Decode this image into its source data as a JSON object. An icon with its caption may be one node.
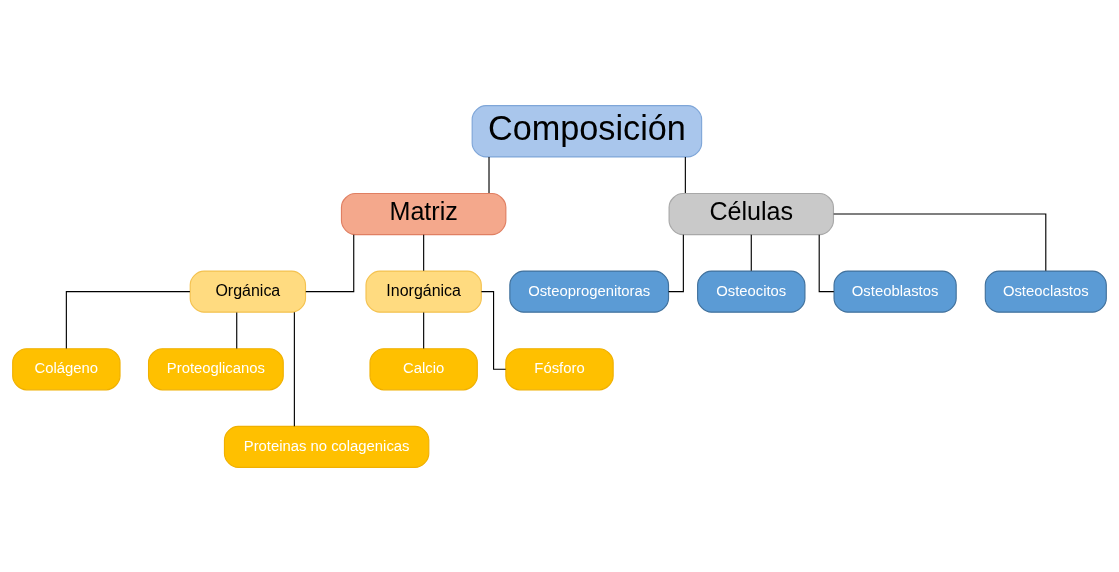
{
  "diagram": {
    "nodes": [
      {
        "text": [
          "Composición"
        ]
      },
      {
        "text": [
          "Matriz"
        ]
      },
      {
        "text": [
          "Células"
        ]
      },
      {
        "text": [
          "Orgánica"
        ]
      },
      {
        "text": [
          "Inorgánica"
        ]
      },
      {
        "text": [
          "Colágeno"
        ]
      },
      {
        "text": [
          "Proteoglicanos"
        ]
      },
      {
        "text": [
          "Proteinas no colagenicas"
        ]
      },
      {
        "text": [
          "Calcio"
        ]
      },
      {
        "text": [
          "Fósforo"
        ]
      },
      {
        "text": [
          "Osteoprogenitoras"
        ]
      },
      {
        "text": [
          "Osteocitos"
        ]
      },
      {
        "text": [
          "Osteoblastos"
        ]
      },
      {
        "text": [
          "Osteoclastos"
        ]
      }
    ],
    "edges": [
      {
        "from": 0,
        "to": 1,
        "arrow": "none"
      },
      {
        "from": 0,
        "to": 2,
        "arrow": "none"
      },
      {
        "from": 1,
        "to": 3,
        "arrow": "none"
      },
      {
        "from": 1,
        "to": 4,
        "arrow": "none"
      },
      {
        "from": 3,
        "to": 5,
        "arrow": "none"
      },
      {
        "from": 3,
        "to": 6,
        "arrow": "none"
      },
      {
        "from": 3,
        "to": 7,
        "arrow": "none"
      },
      {
        "from": 4,
        "to": 8,
        "arrow": "none"
      },
      {
        "from": 4,
        "to": 9,
        "arrow": "none"
      },
      {
        "from": 2,
        "to": 10,
        "arrow": "none"
      },
      {
        "from": 2,
        "to": 11,
        "arrow": "none"
      },
      {
        "from": 2,
        "to": 12,
        "arrow": "none"
      },
      {
        "from": 2,
        "to": 13,
        "arrow": "none"
      }
    ]
  }
}
